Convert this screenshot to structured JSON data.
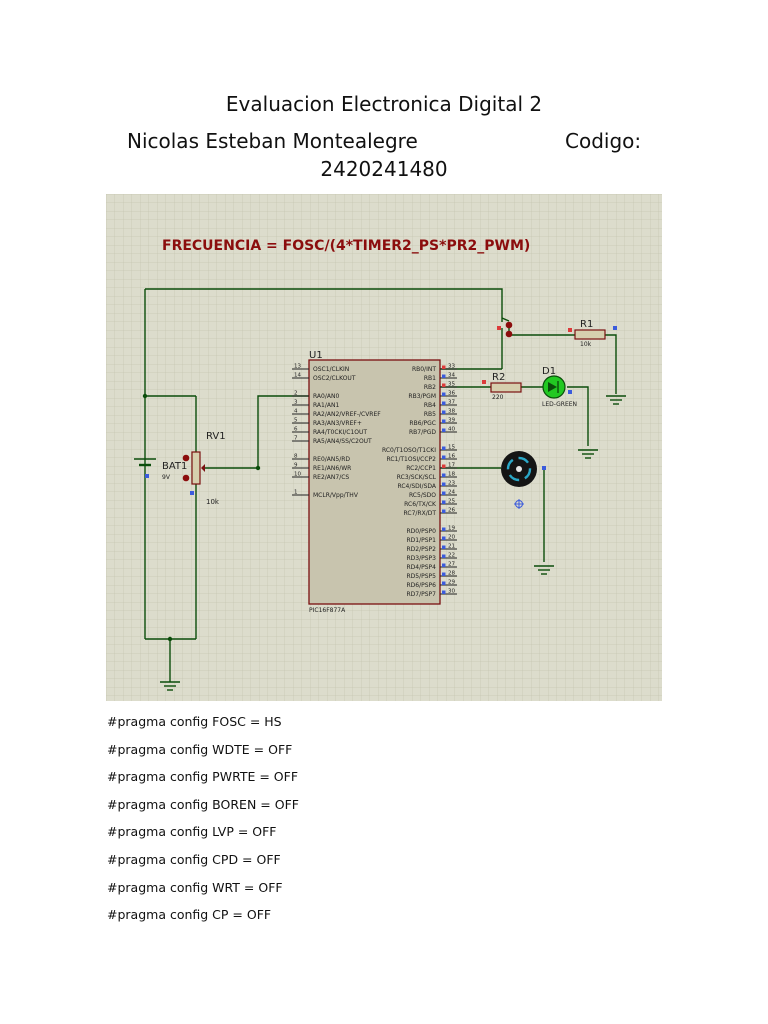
{
  "document": {
    "title": "Evaluacion Electronica Digital 2",
    "author": "Nicolas Esteban Montealegre",
    "codigo_label": "Codigo:",
    "codigo_value": "2420241480"
  },
  "schematic": {
    "formula": "FRECUENCIA = FOSC/(4*TIMER2_PS*PR2_PWM)",
    "mcu_ref": "U1",
    "mcu_part": "PIC16F877A",
    "left_pins": [
      {
        "num": "13",
        "name": "OSC1/CLKIN"
      },
      {
        "num": "14",
        "name": "OSC2/CLKOUT"
      },
      {
        "num": "2",
        "name": "RA0/AN0"
      },
      {
        "num": "3",
        "name": "RA1/AN1"
      },
      {
        "num": "4",
        "name": "RA2/AN2/VREF-/CVREF"
      },
      {
        "num": "5",
        "name": "RA3/AN3/VREF+"
      },
      {
        "num": "6",
        "name": "RA4/T0CKI/C1OUT"
      },
      {
        "num": "7",
        "name": "RA5/AN4/SS/C2OUT"
      },
      {
        "num": "8",
        "name": "RE0/AN5/RD"
      },
      {
        "num": "9",
        "name": "RE1/AN6/WR"
      },
      {
        "num": "10",
        "name": "RE2/AN7/CS"
      },
      {
        "num": "1",
        "name": "MCLR/Vpp/THV"
      }
    ],
    "right_pins": [
      {
        "num": "33",
        "name": "RB0/INT"
      },
      {
        "num": "34",
        "name": "RB1"
      },
      {
        "num": "35",
        "name": "RB2"
      },
      {
        "num": "36",
        "name": "RB3/PGM"
      },
      {
        "num": "37",
        "name": "RB4"
      },
      {
        "num": "38",
        "name": "RB5"
      },
      {
        "num": "39",
        "name": "RB6/PGC"
      },
      {
        "num": "40",
        "name": "RB7/PGD"
      },
      {
        "num": "15",
        "name": "RC0/T1OSO/T1CKI"
      },
      {
        "num": "16",
        "name": "RC1/T1OSI/CCP2"
      },
      {
        "num": "17",
        "name": "RC2/CCP1"
      },
      {
        "num": "18",
        "name": "RC3/SCK/SCL"
      },
      {
        "num": "23",
        "name": "RC4/SDI/SDA"
      },
      {
        "num": "24",
        "name": "RC5/SDO"
      },
      {
        "num": "25",
        "name": "RC6/TX/CK"
      },
      {
        "num": "26",
        "name": "RC7/RX/DT"
      },
      {
        "num": "19",
        "name": "RD0/PSP0"
      },
      {
        "num": "20",
        "name": "RD1/PSP1"
      },
      {
        "num": "21",
        "name": "RD2/PSP2"
      },
      {
        "num": "22",
        "name": "RD3/PSP3"
      },
      {
        "num": "27",
        "name": "RD4/PSP4"
      },
      {
        "num": "28",
        "name": "RD5/PSP5"
      },
      {
        "num": "29",
        "name": "RD6/PSP6"
      },
      {
        "num": "30",
        "name": "RD7/PSP7"
      }
    ],
    "components": {
      "rv1_ref": "RV1",
      "rv1_value": "10k",
      "bat_ref": "BAT1",
      "bat_value": "9V",
      "r1_ref": "R1",
      "r1_value": "10k",
      "r2_ref": "R2",
      "r2_value": "220",
      "d1_ref": "D1",
      "d1_value": "LED-GREEN"
    },
    "colors": {
      "background": "#dcdccc",
      "grid": "#c6c6b0",
      "wire": "#0b4d0b",
      "chip_fill": "#c8c4ae",
      "chip_border": "#7a1010",
      "formula": "#8b0d0d",
      "led": "#22c822"
    }
  },
  "code_lines": [
    "#pragma config FOSC = HS",
    "#pragma config WDTE = OFF",
    "#pragma config PWRTE = OFF",
    "#pragma config BOREN = OFF",
    "#pragma config LVP = OFF",
    "#pragma config CPD = OFF",
    "#pragma config WRT = OFF",
    "#pragma config CP = OFF"
  ]
}
